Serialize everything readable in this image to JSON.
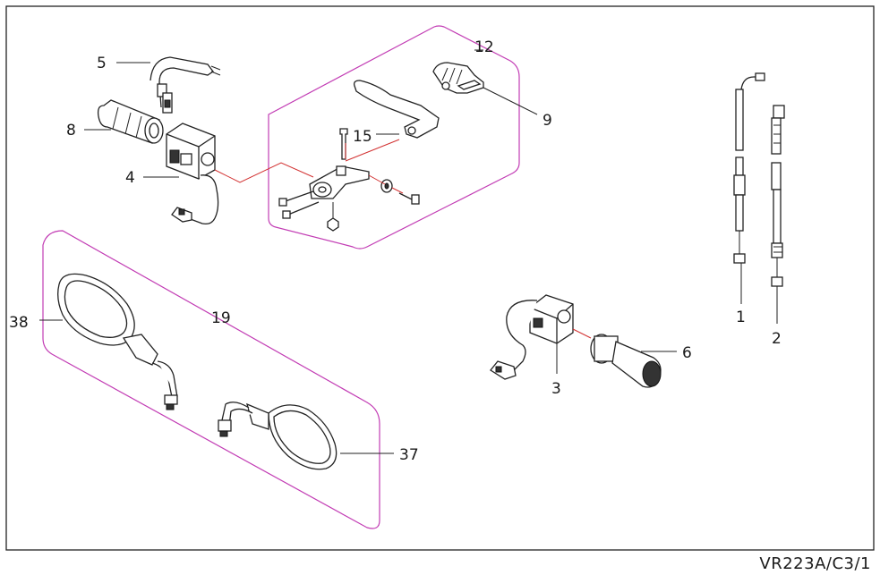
{
  "callouts": {
    "c1": "1",
    "c2": "2",
    "c3": "3",
    "c4": "4",
    "c5": "5",
    "c6": "6",
    "c8": "8",
    "c9": "9",
    "c12": "12",
    "c15": "15",
    "c19": "19",
    "c37": "37",
    "c38": "38"
  },
  "drawing_code": "VR223A/C3/1",
  "colors": {
    "frame": "#222222",
    "group_outline": "#c23cb4",
    "red_connector": "#d23030"
  }
}
